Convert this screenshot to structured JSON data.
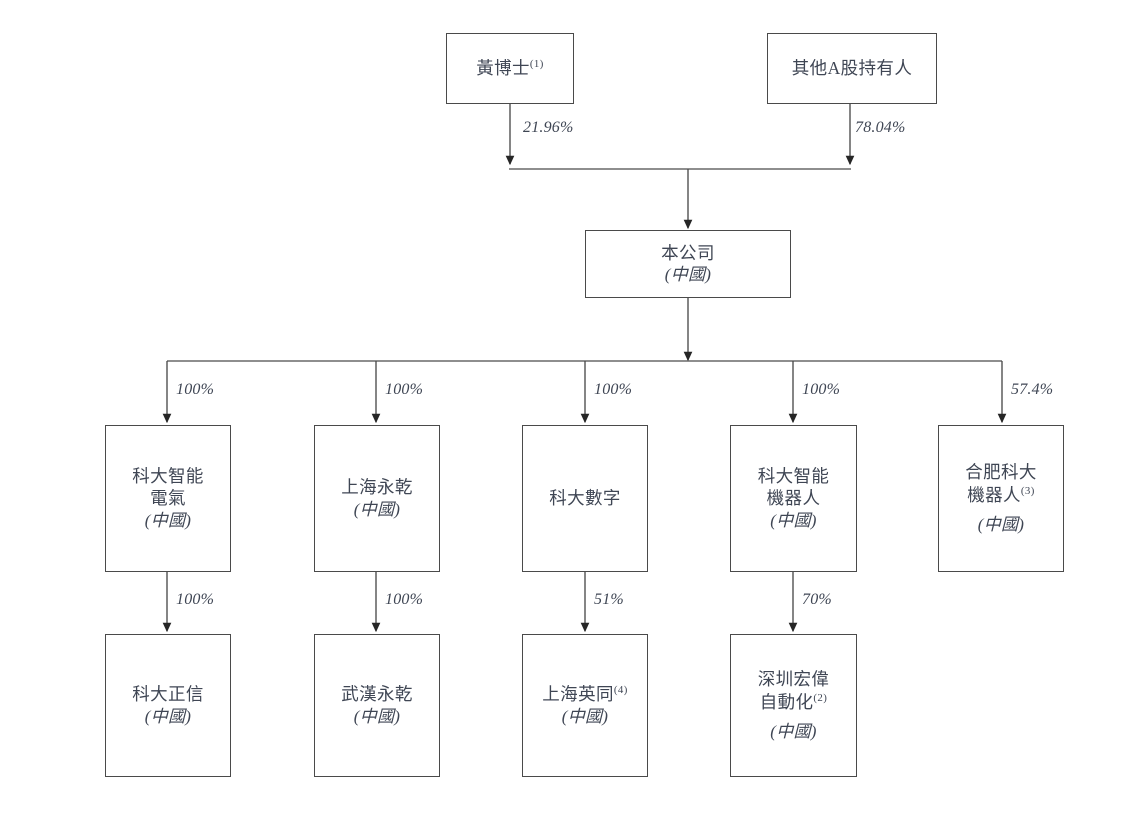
{
  "diagram": {
    "title": "Corporate Shareholding Structure Chart",
    "line_color": "#4a4a4a",
    "text_color": "#3f4654",
    "background": "#ffffff",
    "levels": [
      {
        "level": 1,
        "nodes": [
          {
            "id": "huang",
            "name": "黃博士",
            "note": "(1)",
            "country": ""
          },
          {
            "id": "other_a",
            "name": "其他A股持有人",
            "note": "",
            "country": ""
          }
        ]
      },
      {
        "level": 2,
        "nodes": [
          {
            "id": "company",
            "name": "本公司",
            "note": "",
            "country": "(中國)"
          }
        ]
      },
      {
        "level": 3,
        "nodes": [
          {
            "id": "kd_electric",
            "name": "科大智能\n電氣",
            "note": "",
            "country": "(中國)"
          },
          {
            "id": "sh_yongqian",
            "name": "上海永乾",
            "note": "",
            "country": "(中國)"
          },
          {
            "id": "kd_digital",
            "name": "科大數字",
            "note": "",
            "country": ""
          },
          {
            "id": "kd_robot",
            "name": "科大智能\n機器人",
            "note": "",
            "country": "(中國)"
          },
          {
            "id": "hf_kd_robot",
            "name": "合肥科大\n機器人",
            "note": "(3)",
            "country": "(中國)"
          }
        ]
      },
      {
        "level": 4,
        "nodes": [
          {
            "id": "kd_zhengxin",
            "name": "科大正信",
            "note": "",
            "country": "(中國)"
          },
          {
            "id": "wh_yongqian",
            "name": "武漢永乾",
            "note": "",
            "country": "(中國)"
          },
          {
            "id": "sh_yingtong",
            "name": "上海英同",
            "note": "(4)",
            "country": "(中國)"
          },
          {
            "id": "sz_hongwei",
            "name": "深圳宏偉\n自動化",
            "note": "(2)",
            "country": "(中國)"
          }
        ]
      }
    ],
    "edges": [
      {
        "from": "huang",
        "to": "company",
        "label": "21.96%"
      },
      {
        "from": "other_a",
        "to": "company",
        "label": "78.04%"
      },
      {
        "from": "company",
        "to": "kd_electric",
        "label": "100%"
      },
      {
        "from": "company",
        "to": "sh_yongqian",
        "label": "100%"
      },
      {
        "from": "company",
        "to": "kd_digital",
        "label": "100%"
      },
      {
        "from": "company",
        "to": "kd_robot",
        "label": "100%"
      },
      {
        "from": "company",
        "to": "hf_kd_robot",
        "label": "57.4%"
      },
      {
        "from": "kd_electric",
        "to": "kd_zhengxin",
        "label": "100%"
      },
      {
        "from": "sh_yongqian",
        "to": "wh_yongqian",
        "label": "100%"
      },
      {
        "from": "kd_digital",
        "to": "sh_yingtong",
        "label": "51%"
      },
      {
        "from": "kd_robot",
        "to": "sz_hongwei",
        "label": "70%"
      }
    ]
  }
}
